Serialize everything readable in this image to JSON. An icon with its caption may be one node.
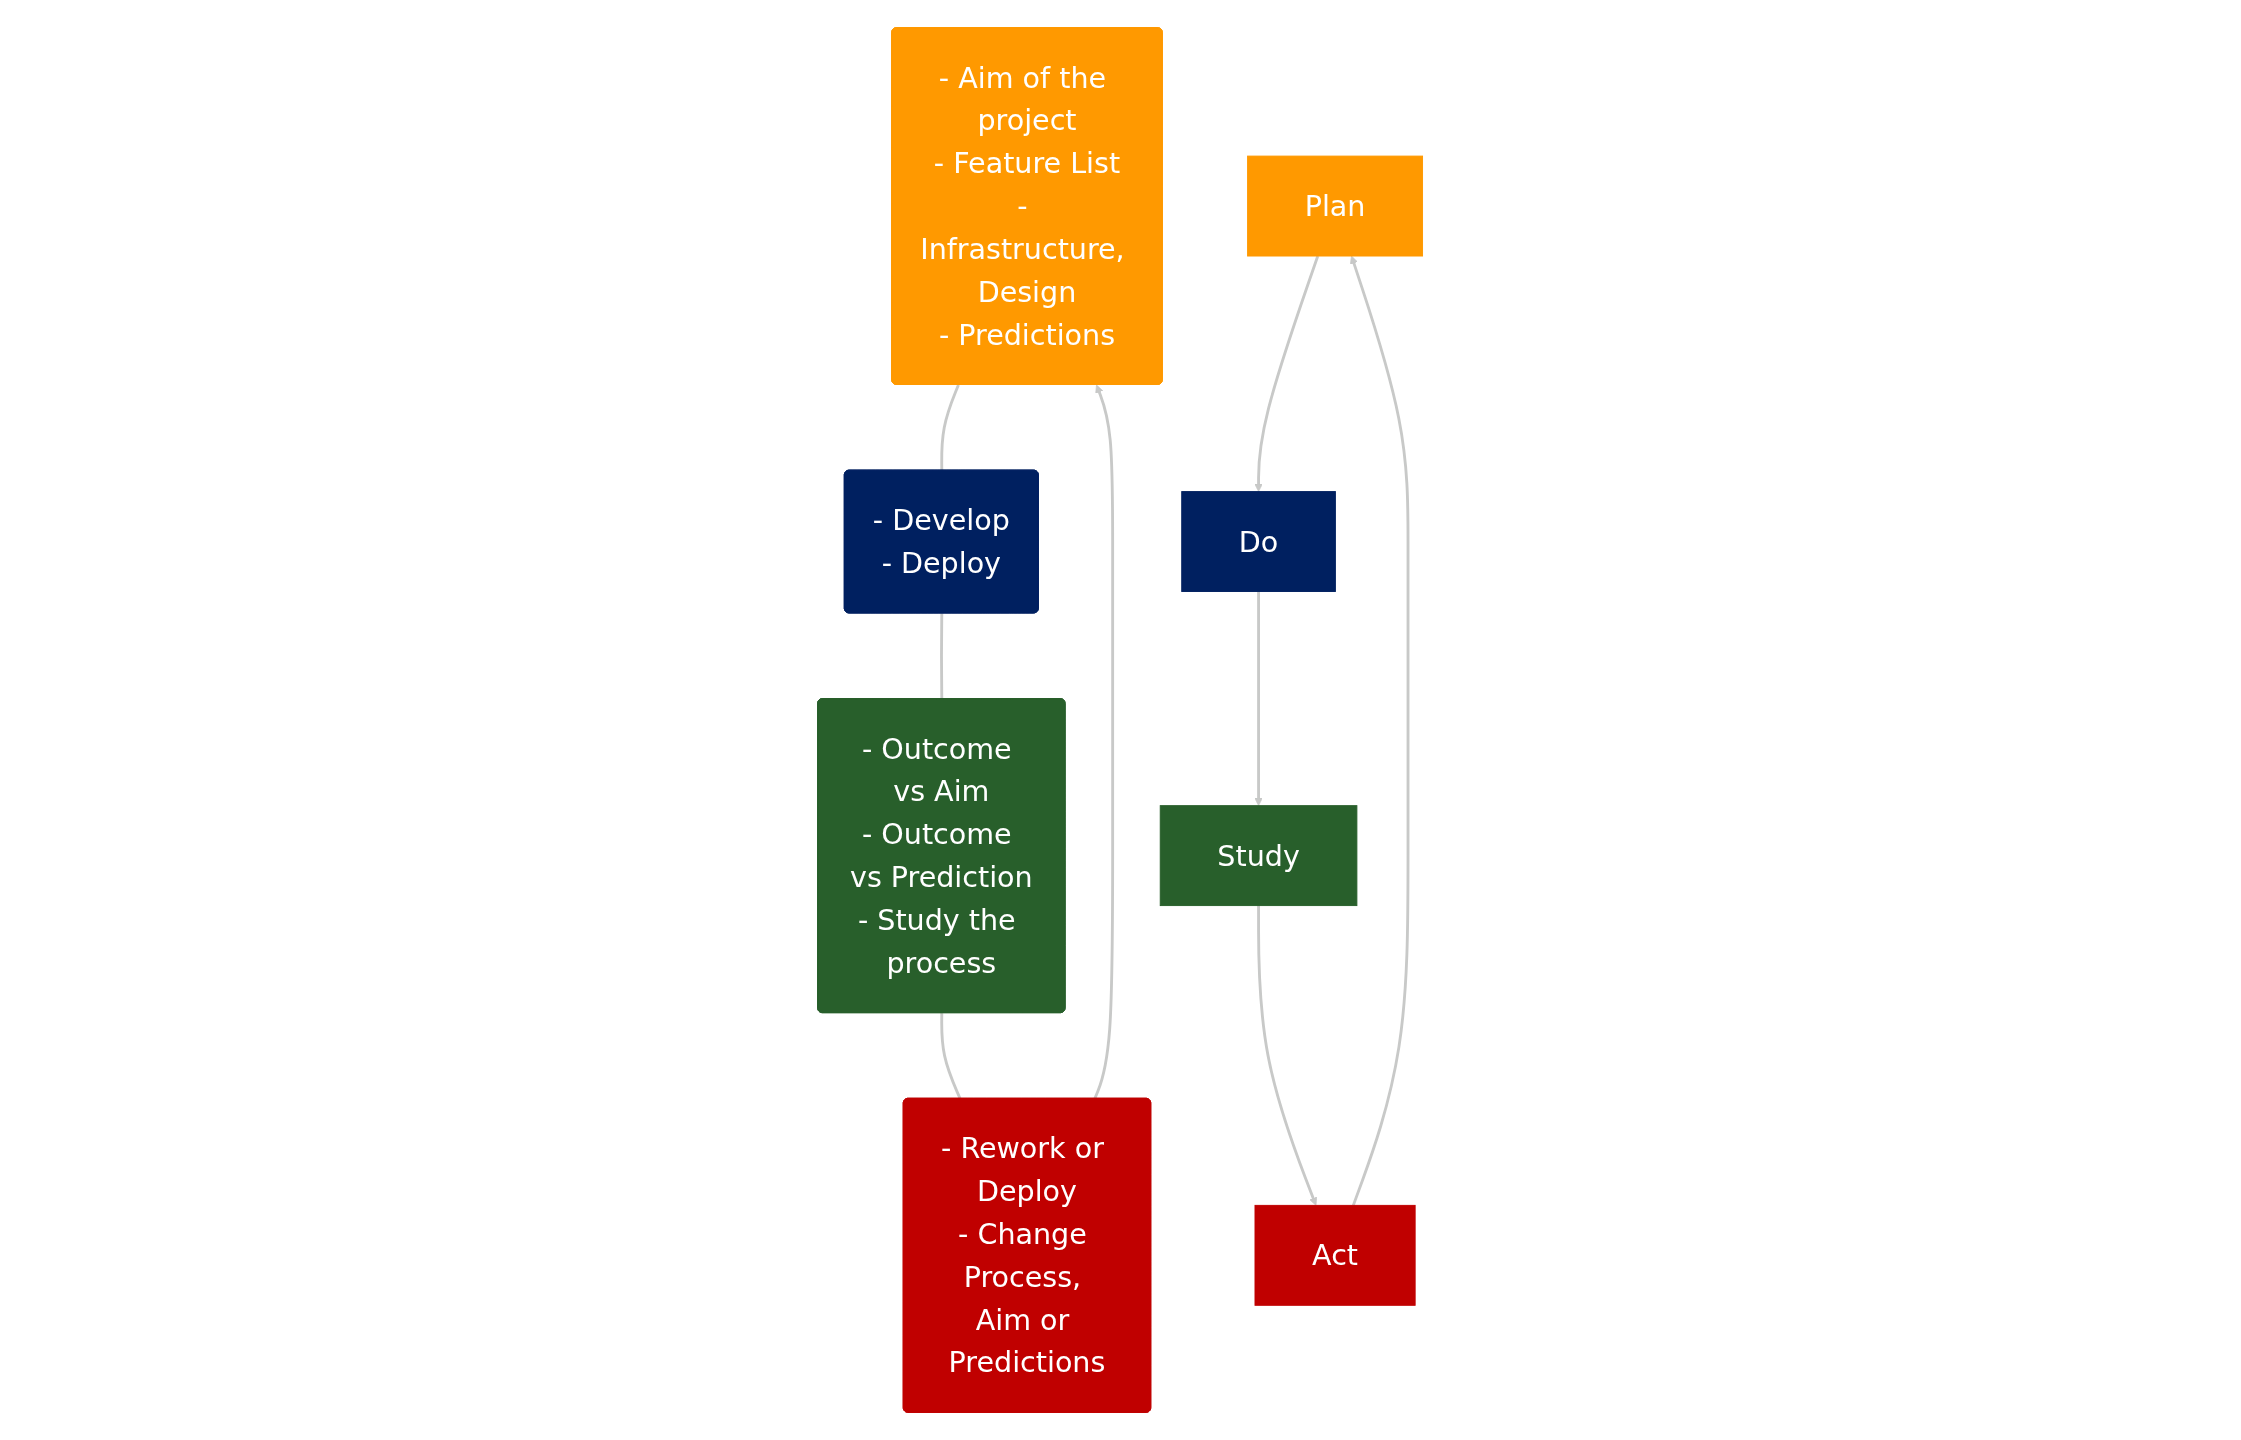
{
  "diagram": {
    "nodes": [
      {
        "text": [
          "- Aim of the project",
          "- Feature List",
          "- Infrastructure, Design",
          "- Predictions"
        ]
      },
      {
        "text": [
          "- Develop",
          "- Deploy"
        ]
      },
      {
        "text": [
          "- Outcome vs Aim",
          "- Outcome vs Prediction",
          "- Study the process"
        ]
      },
      {
        "text": [
          "- Rework or Deploy",
          "- Change Process, Aim or Predictions"
        ]
      },
      {
        "text": [
          "Plan"
        ]
      },
      {
        "text": [
          "Do"
        ]
      },
      {
        "text": [
          "Act"
        ]
      },
      {
        "text": [
          "Study"
        ]
      }
    ],
    "edges": [
      {
        "from": 0,
        "to": 1,
        "arrow": "none"
      },
      {
        "from": 1,
        "to": 2,
        "arrow": "none"
      },
      {
        "from": 2,
        "to": 3,
        "arrow": "none"
      },
      {
        "from": 3,
        "to": 0,
        "arrow": "to"
      },
      {
        "from": 4,
        "to": 5,
        "arrow": "to"
      },
      {
        "from": 5,
        "to": 7,
        "arrow": "to"
      },
      {
        "from": 7,
        "to": 6,
        "arrow": "to"
      },
      {
        "from": 6,
        "to": 4,
        "arrow": "to"
      }
    ]
  }
}
